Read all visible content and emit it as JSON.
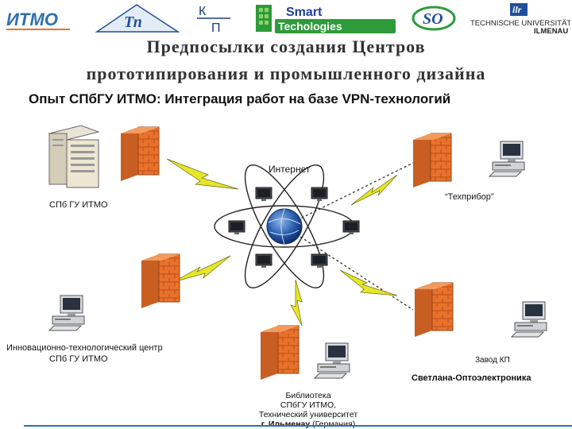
{
  "logos": {
    "itmo_text": "ИТМО",
    "tn_text": "Тп",
    "kp_top": "К",
    "kp_bottom": "П",
    "smart_line1": "Smart",
    "smart_line2": "Techologies",
    "so_text": "SO",
    "tu_badge": "ilr",
    "tu_line1": "TECHNISCHE UNIVERSITÄT",
    "tu_line2": "ILMENAU"
  },
  "slide": {
    "title_line1": "Предпосылки создания Центров",
    "title_line2": "прототипирования и промышленного дизайна",
    "subtitle": "Опыт СПбГУ ИТМО: Интеграция работ на базе VPN-технологий"
  },
  "diagram": {
    "internet": "Интернет",
    "node_spbgu": "СПб ГУ ИТМО",
    "node_tehpribor": "“Техприбор”",
    "node_innov_line1": "Инновационно-технологический центр",
    "node_innov_line2": "СПб ГУ ИТМО",
    "node_zavod": "Завод КП",
    "node_svetlana": "Светлана-Оптоэлектроника",
    "lib_line1": "Библиотека",
    "lib_line2": "СПбГУ ИТМО,",
    "lib_line3": "Технический университет",
    "lib_line4": "г. Ильменау",
    "lib_line4b": "(Германия)"
  },
  "colors": {
    "firewall": "#e8712b",
    "firewall_dark": "#b8501a",
    "lightning": "#e6e62a",
    "globe": "#1f4f9a",
    "accent_blue": "#2f6fb3"
  }
}
